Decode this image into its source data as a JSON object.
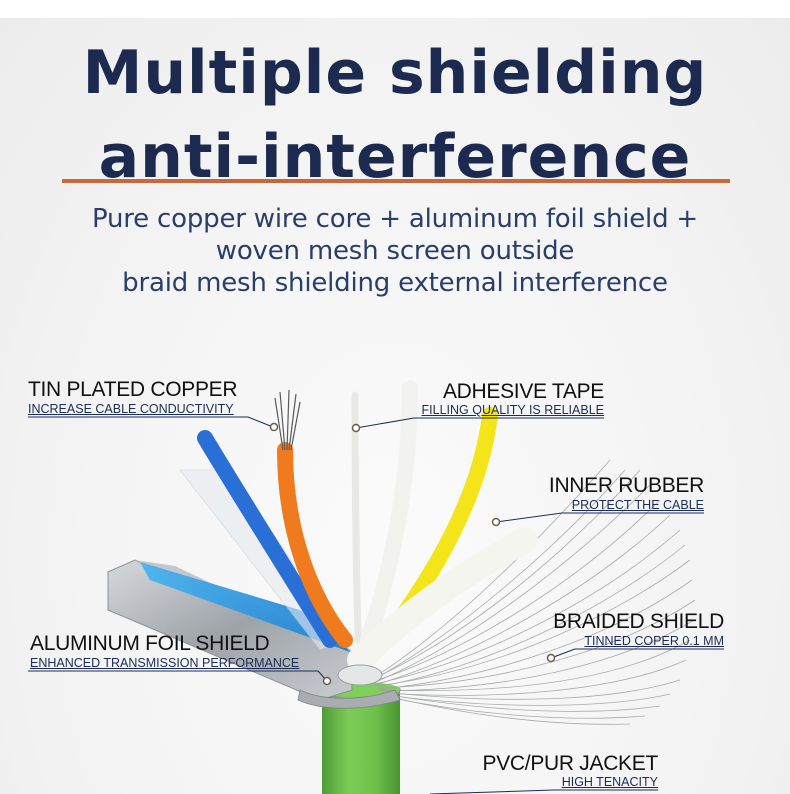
{
  "headline": {
    "line1": "Multiple shielding",
    "line2": "anti-interference"
  },
  "subheadline": {
    "line1": "Pure copper wire core + aluminum foil shield +",
    "line2": "woven mesh screen outside",
    "line3": "braid mesh shielding external interference"
  },
  "callouts": {
    "tin_plated_copper": {
      "title": "TIN PLATED COPPER",
      "subtitle": "INCREASE CABLE CONDUCTIVITY"
    },
    "adhesive_tape": {
      "title": "ADHESIVE TAPE",
      "subtitle": "FILLING QUALITY IS RELIABLE"
    },
    "inner_rubber": {
      "title": "INNER RUBBER",
      "subtitle": "PROTECT THE CABLE"
    },
    "braided_shield": {
      "title": "BRAIDED SHIELD",
      "subtitle": "TINNED COPER 0.1 MM"
    },
    "aluminum_foil_shield": {
      "title": "ALUMINUM FOIL SHIELD",
      "subtitle": "ENHANCED TRANSMISSION PERFORMANCE"
    },
    "jacket": {
      "title": "PVC/PUR JACKET",
      "subtitle": "HIGH TENACITY"
    }
  },
  "colors": {
    "headline": "#1b2a4e",
    "rule": "#c9683a",
    "jacket_green": "#6cc04a",
    "core_blue": "#2a6fd6",
    "core_orange": "#f07a1e",
    "core_yellow": "#f3e51a",
    "core_white": "#f2f2ee",
    "foil_silver": "#b8bcc0",
    "braid_gray": "#a6a8a8"
  }
}
